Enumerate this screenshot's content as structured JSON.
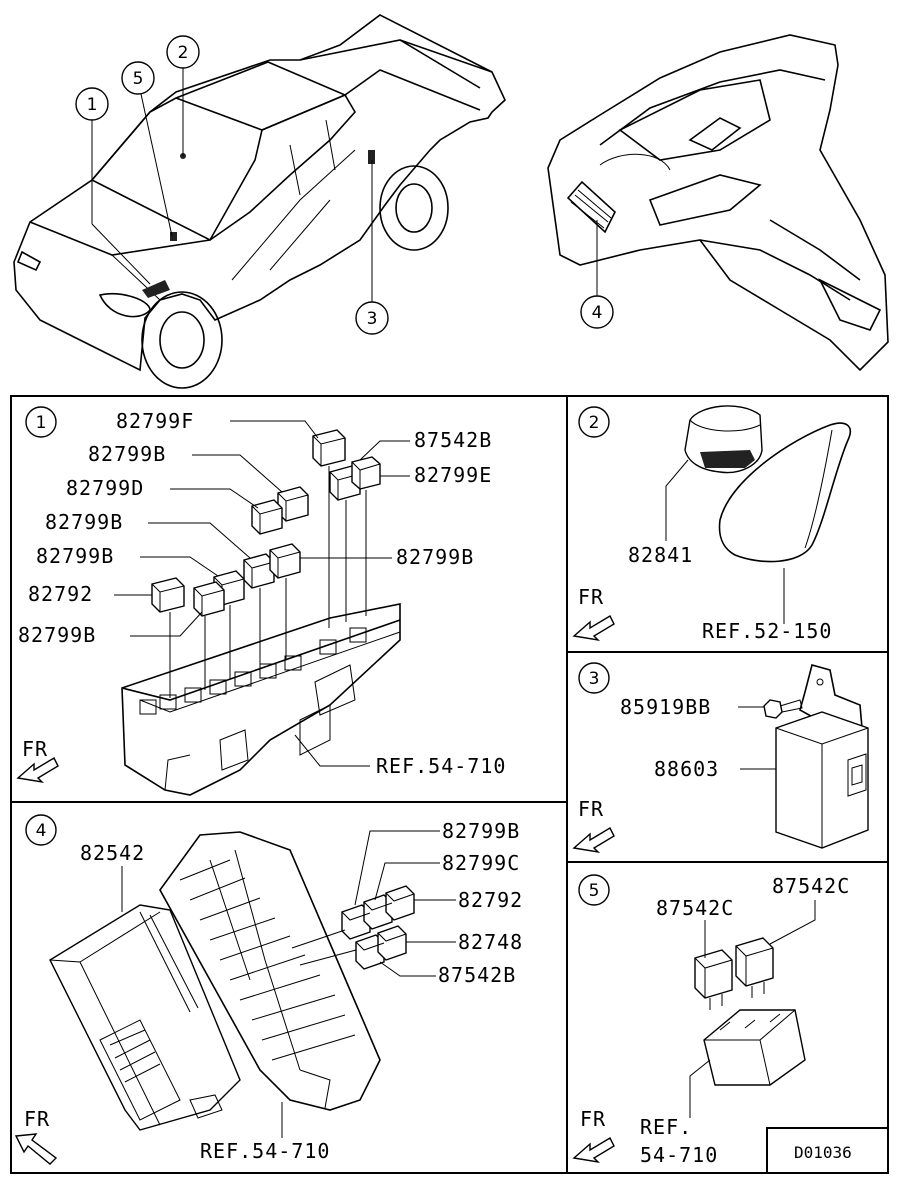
{
  "overview": {
    "callouts": [
      "1",
      "2",
      "3",
      "4",
      "5"
    ]
  },
  "panel1": {
    "index": "1",
    "labels": [
      "82799F",
      "82799B",
      "82799D",
      "82799B",
      "82799B",
      "82792",
      "82799B",
      "87542B",
      "82799E",
      "82799B"
    ],
    "ref": "REF.54-710",
    "fr": "FR"
  },
  "panel2": {
    "index": "2",
    "part": "82841",
    "ref": "REF.52-150",
    "fr": "FR"
  },
  "panel3": {
    "index": "3",
    "parts": [
      "85919BB",
      "88603"
    ],
    "fr": "FR"
  },
  "panel4": {
    "index": "4",
    "left_part": "82542",
    "labels": [
      "82799B",
      "82799C",
      "82792",
      "82748",
      "87542B"
    ],
    "ref": "REF.54-710",
    "fr": "FR"
  },
  "panel5": {
    "index": "5",
    "labels": [
      "87542C",
      "87542C"
    ],
    "ref_line1": "REF.",
    "ref_line2": "54-710",
    "fr": "FR"
  },
  "figure_code": "D01036"
}
